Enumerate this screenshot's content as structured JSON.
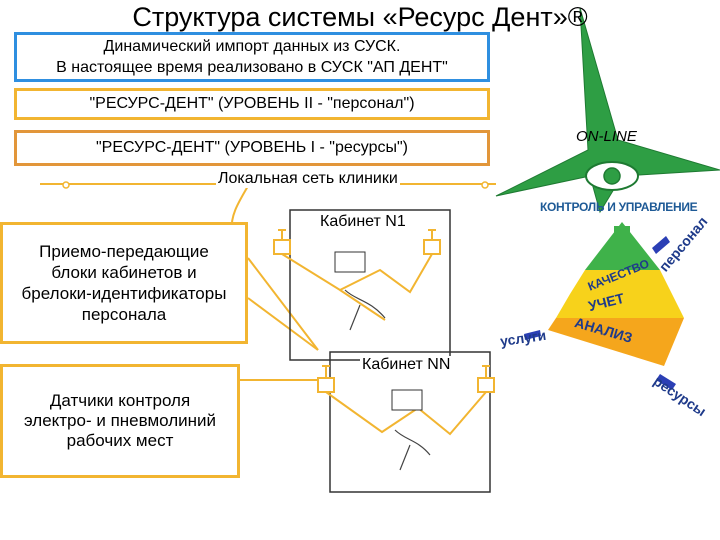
{
  "title": "Структура системы «Ресурс Дент»®",
  "boxes": {
    "import_line1": "Динамический импорт данных из СУСК.",
    "import_line2": "В настоящее время реализовано в СУСК \"АП ДЕНТ\"",
    "level2": "\"РЕСУРС-ДЕНТ\" (УРОВЕНЬ II - \"персонал\")",
    "level1": "\"РЕСУРС-ДЕНТ\" (УРОВЕНЬ I - \"ресурсы\")",
    "blocks_line1": "Приемо-передающие",
    "blocks_line2": "блоки кабинетов и",
    "blocks_line3": "брелоки-идентификаторы",
    "blocks_line4": "персонала",
    "sensors_line1": "Датчики контроля",
    "sensors_line2": "электро- и пневмолиний",
    "sensors_line3": "рабочих  мест"
  },
  "network": {
    "lan_label": "Локальная сеть клиники",
    "cabinet1": "Кабинет N1",
    "cabinetN": "Кабинет NN"
  },
  "pyramid": {
    "online": "ON-LINE",
    "control": "КОНТРОЛЬ И УПРАВЛЕНИЕ",
    "tier_quality": "КАЧЕСТВО",
    "tier_accounting": "УЧЕТ",
    "tier_analysis": "АНАЛИЗ",
    "side_staff": "персонал",
    "side_services": "услуги",
    "side_resources": "ресурсы"
  },
  "colors": {
    "blue_border": "#2f8fe0",
    "yellow_border": "#f2b531",
    "orange_border": "#e2963a",
    "green": "#2e9e44",
    "pyramid_yellow": "#f7d21b",
    "pyramid_orange": "#f0a01f",
    "pyramid_bottom": "#f5a61c",
    "arrow_blue": "#2b3fb5",
    "network_line": "#f2b531"
  }
}
